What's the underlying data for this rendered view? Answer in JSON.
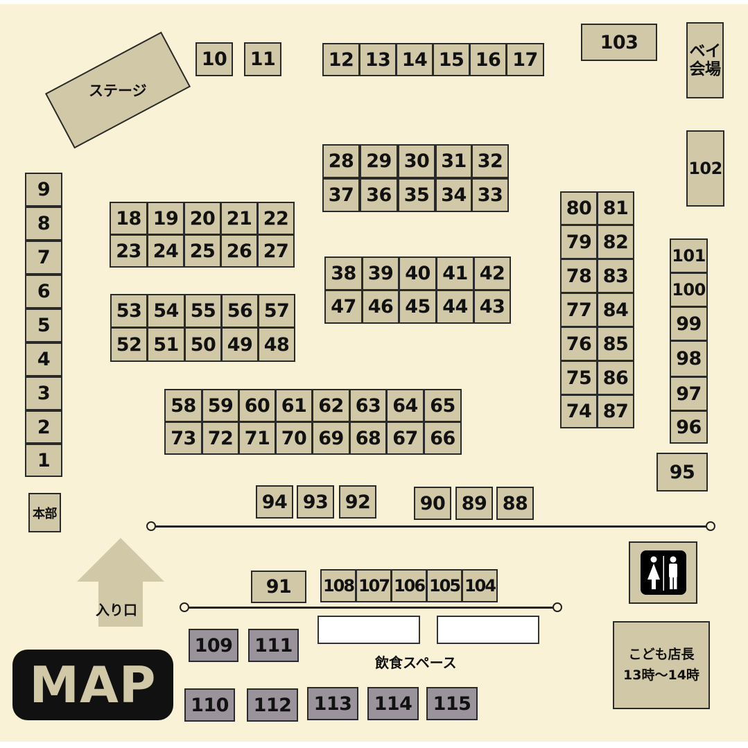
{
  "stage_label": "ステージ",
  "entrance_label": "入り口",
  "hq_label": "本部",
  "bay_label_1": "ベイ",
  "bay_label_2": "会場",
  "food_space_label": "飲食スペース",
  "kids_manager_line1": "こども店長",
  "kids_manager_line2": "13時〜14時",
  "map_label": "MAP",
  "booths": {
    "b1": "1",
    "b2": "2",
    "b3": "3",
    "b4": "4",
    "b5": "5",
    "b6": "6",
    "b7": "7",
    "b8": "8",
    "b9": "9",
    "b10": "10",
    "b11": "11",
    "b12": "12",
    "b13": "13",
    "b14": "14",
    "b15": "15",
    "b16": "16",
    "b17": "17",
    "b18": "18",
    "b19": "19",
    "b20": "20",
    "b21": "21",
    "b22": "22",
    "b23": "23",
    "b24": "24",
    "b25": "25",
    "b26": "26",
    "b27": "27",
    "b28": "28",
    "b29": "29",
    "b30": "30",
    "b31": "31",
    "b32": "32",
    "b33": "33",
    "b34": "34",
    "b35": "35",
    "b36": "36",
    "b37": "37",
    "b38": "38",
    "b39": "39",
    "b40": "40",
    "b41": "41",
    "b42": "42",
    "b43": "43",
    "b44": "44",
    "b45": "45",
    "b46": "46",
    "b47": "47",
    "b48": "48",
    "b49": "49",
    "b50": "50",
    "b51": "51",
    "b52": "52",
    "b53": "53",
    "b54": "54",
    "b55": "55",
    "b56": "56",
    "b57": "57",
    "b58": "58",
    "b59": "59",
    "b60": "60",
    "b61": "61",
    "b62": "62",
    "b63": "63",
    "b64": "64",
    "b65": "65",
    "b66": "66",
    "b67": "67",
    "b68": "68",
    "b69": "69",
    "b70": "70",
    "b71": "71",
    "b72": "72",
    "b73": "73",
    "b74": "74",
    "b75": "75",
    "b76": "76",
    "b77": "77",
    "b78": "78",
    "b79": "79",
    "b80": "80",
    "b81": "81",
    "b82": "82",
    "b83": "83",
    "b84": "84",
    "b85": "85",
    "b86": "86",
    "b87": "87",
    "b88": "88",
    "b89": "89",
    "b90": "90",
    "b91": "91",
    "b92": "92",
    "b93": "93",
    "b94": "94",
    "b95": "95",
    "b96": "96",
    "b97": "97",
    "b98": "98",
    "b99": "99",
    "b100": "100",
    "b101": "101",
    "b102": "102",
    "b103": "103",
    "b104": "104",
    "b105": "105",
    "b106": "106",
    "b107": "107",
    "b108": "108",
    "b109": "109",
    "b110": "110",
    "b111": "111",
    "b112": "112",
    "b113": "113",
    "b114": "114",
    "b115": "115"
  },
  "colors": {
    "background": "#f9f2d6",
    "booth": "#d1c8a7",
    "food_booth": "#9a939c",
    "map_badge": "#111111",
    "map_text": "#d1c8a7"
  }
}
